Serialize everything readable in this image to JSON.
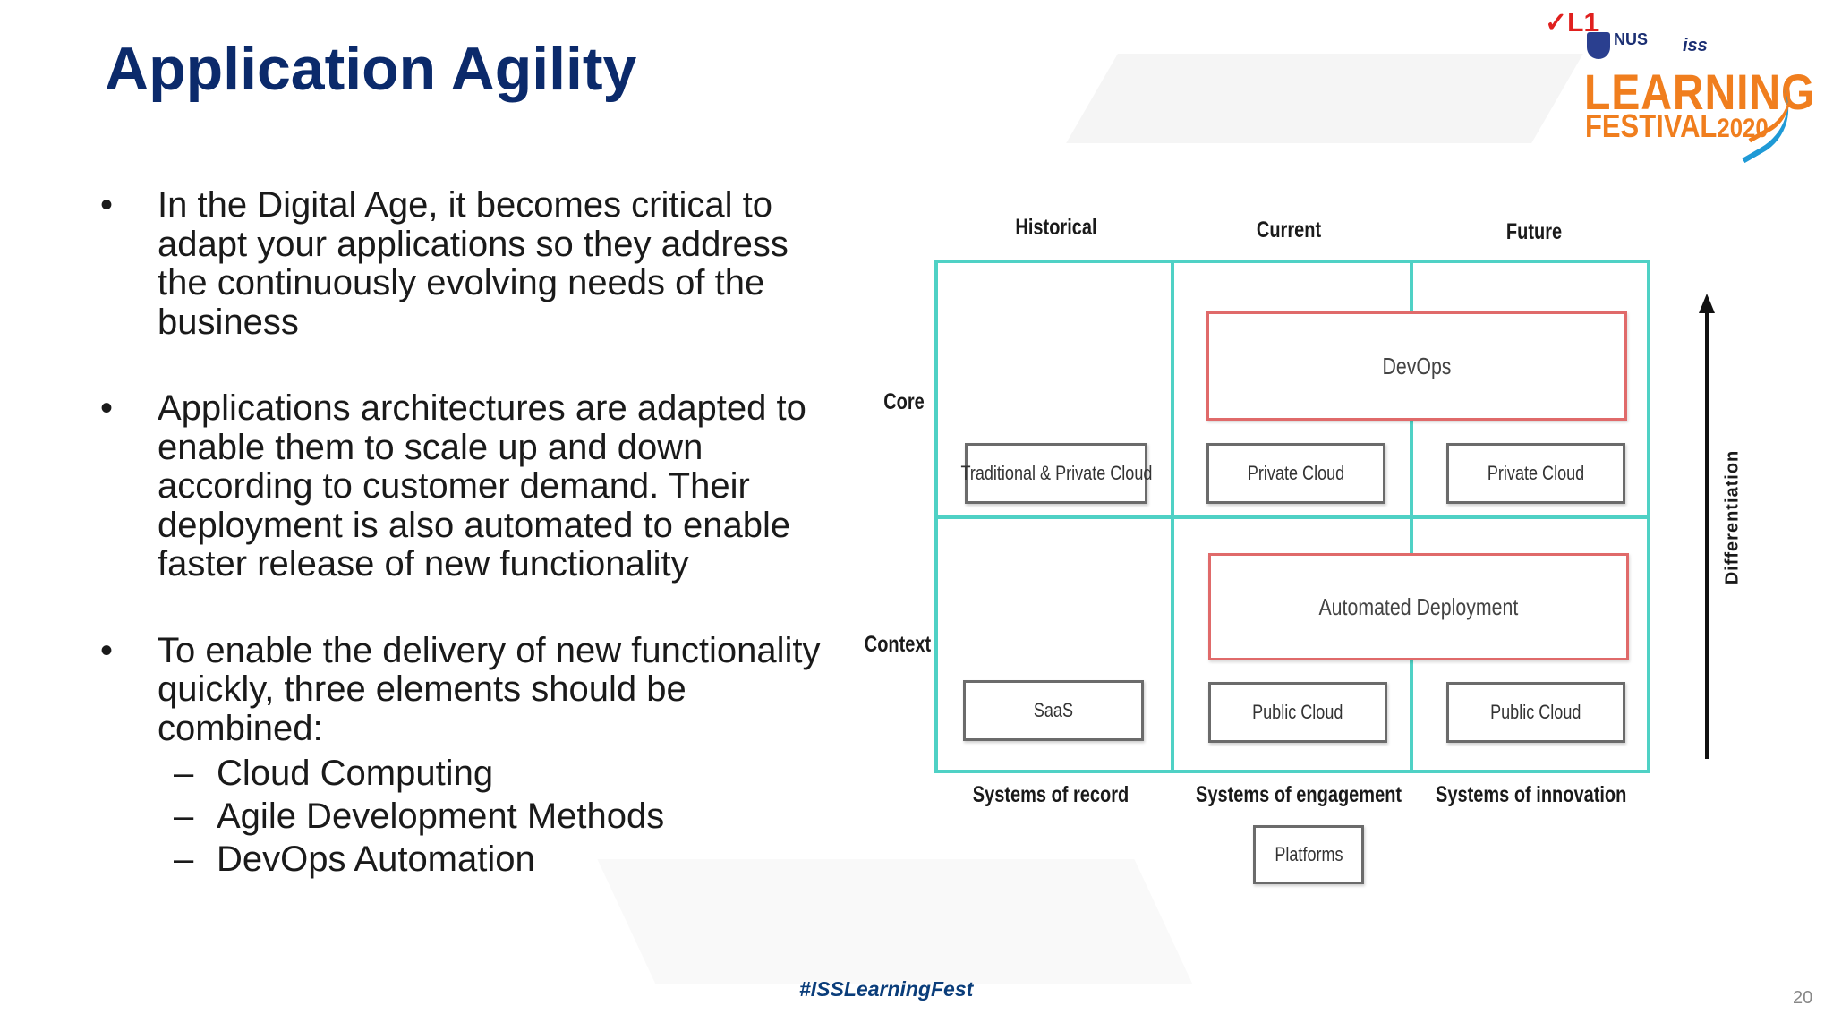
{
  "slide": {
    "title": "Application Agility",
    "hashtag": "#ISSLearningFest",
    "page_number": "20"
  },
  "bullets": [
    {
      "marker": "•",
      "text": "In the Digital Age, it becomes critical to adapt your applications so they address the continuously evolving needs of the business"
    },
    {
      "marker": "•",
      "text": "Applications architectures are adapted to enable them to scale up and down according to customer demand. Their deployment is also automated to enable faster release of new functionality"
    },
    {
      "marker": "•",
      "text": "To enable the delivery of new functionality quickly, three elements should be combined:"
    }
  ],
  "sub_bullets": [
    {
      "marker": "–",
      "text": "Cloud Computing"
    },
    {
      "marker": "–",
      "text": "Agile Development Methods"
    },
    {
      "marker": "–",
      "text": "DevOps Automation"
    }
  ],
  "diagram": {
    "columns": [
      "Historical",
      "Current",
      "Future"
    ],
    "rows": [
      "Core",
      "Context"
    ],
    "footers": [
      "Systems of record",
      "Systems of engagement",
      "Systems of innovation"
    ],
    "axis_label": "Differentiation",
    "devops": "DevOps",
    "automated_deployment": "Automated Deployment",
    "core_boxes": [
      "Traditional & Private Cloud",
      "Private Cloud",
      "Private Cloud"
    ],
    "context_boxes": [
      "SaaS",
      "Public Cloud",
      "Public Cloud"
    ],
    "platforms": "Platforms",
    "colors": {
      "grid": "#4fd1c5",
      "highlight": "#e06a6a"
    }
  },
  "logo": {
    "check": "✓L1",
    "nus": "NUS",
    "iss": "iss",
    "learning": "LEARNING",
    "festival": "FESTIVAL",
    "year": "2020",
    "colors": {
      "orange": "#f07e1e",
      "navy": "#1b2f73",
      "blue": "#1f9ad6"
    }
  }
}
